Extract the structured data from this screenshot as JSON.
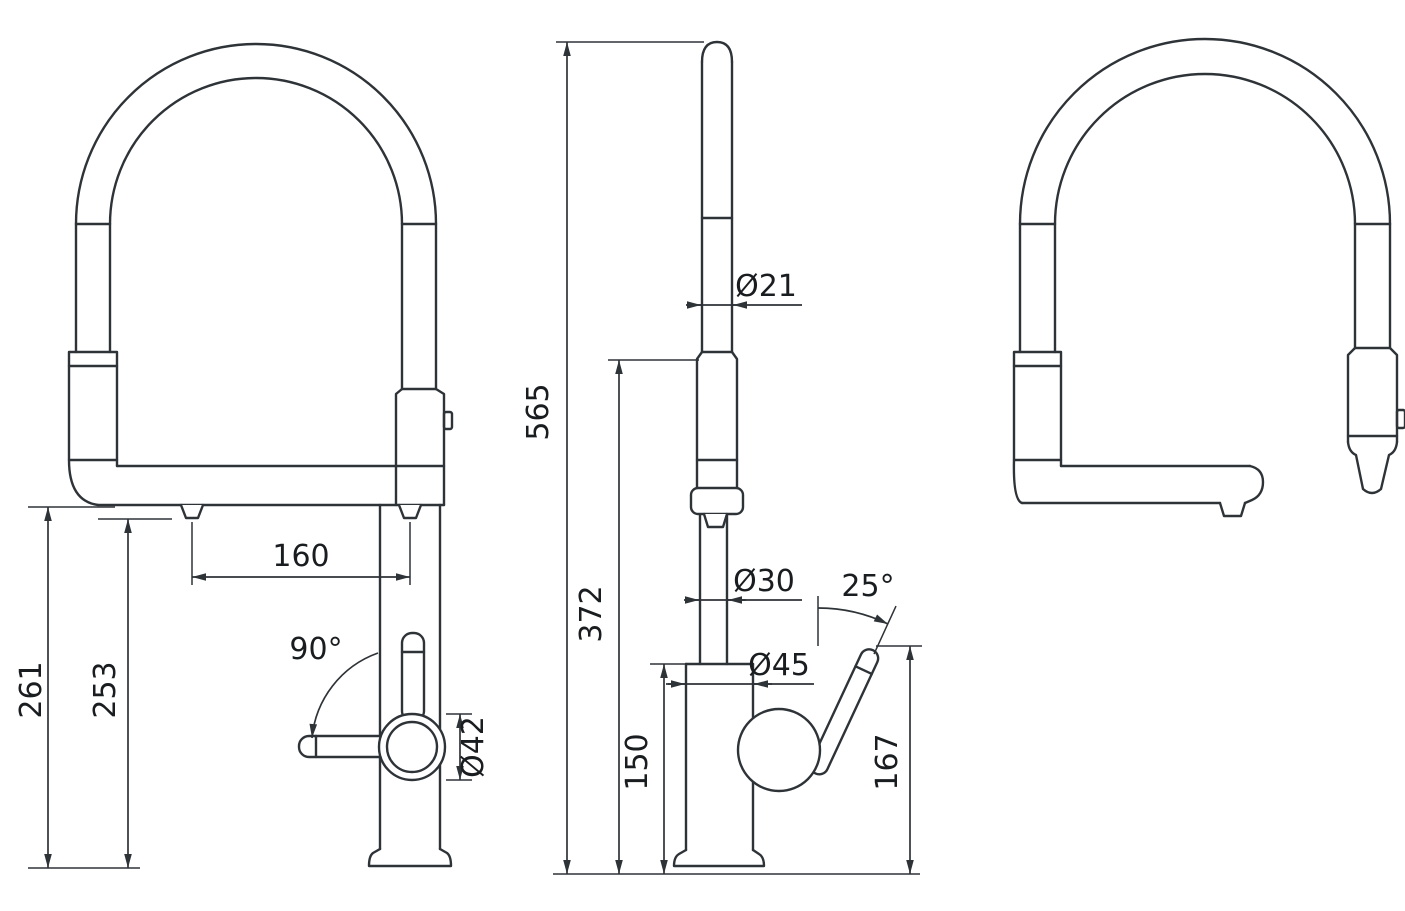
{
  "colors": {
    "background": "#ffffff",
    "line": "#2e3338",
    "text": "#1a1d20"
  },
  "front_view": {
    "spout_reach": "160",
    "handle_swing": "90°",
    "handle_diameter": "Ø42",
    "height_overall": "261",
    "height_body": "253"
  },
  "side_view": {
    "wand_diameter": "Ø21",
    "height_total": "565",
    "height_clearance": "372",
    "neck_diameter": "Ø30",
    "lever_angle": "25°",
    "body_diameter": "Ø45",
    "body_height": "150",
    "lever_height": "167"
  }
}
